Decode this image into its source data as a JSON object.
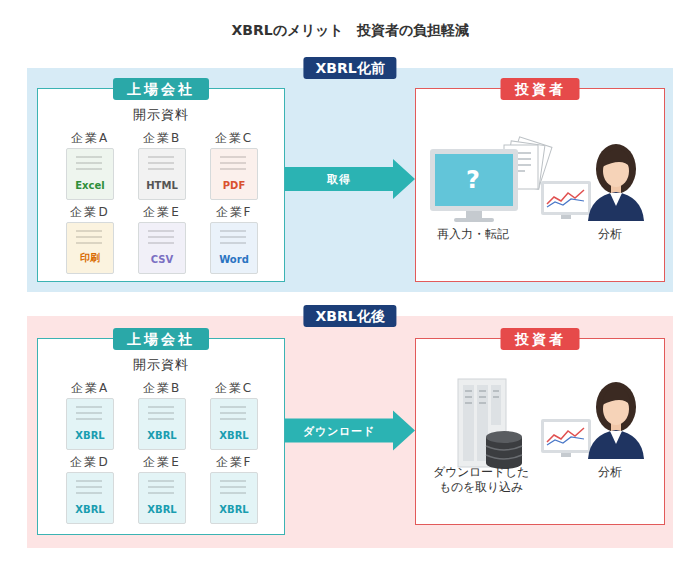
{
  "diagram": {
    "title": "XBRLのメリット　投資者の負担軽減",
    "nodes": [
      {
        "text": [
          "XBRL化前"
        ]
      },
      {
        "text": [
          "上場会社",
          "開示資料"
        ],
        "in": 0
      },
      {
        "text": [
          "企業A",
          "Excel"
        ],
        "in": 1
      },
      {
        "text": [
          "企業B",
          "HTML"
        ],
        "in": 1
      },
      {
        "text": [
          "企業C",
          "PDF"
        ],
        "in": 1
      },
      {
        "text": [
          "企業D",
          "印刷"
        ],
        "in": 1
      },
      {
        "text": [
          "企業E",
          "CSV"
        ],
        "in": 1
      },
      {
        "text": [
          "企業F",
          "Word"
        ],
        "in": 1
      },
      {
        "text": [
          "投資者"
        ],
        "in": 0
      },
      {
        "text": [
          "XBRL化後"
        ]
      },
      {
        "text": [
          "上場会社",
          "開示資料"
        ],
        "in": 9
      },
      {
        "text": [
          "企業A",
          "XBRL"
        ],
        "in": 10
      },
      {
        "text": [
          "企業B",
          "XBRL"
        ],
        "in": 10
      },
      {
        "text": [
          "企業C",
          "XBRL"
        ],
        "in": 10
      },
      {
        "text": [
          "企業D",
          "XBRL"
        ],
        "in": 10
      },
      {
        "text": [
          "企業E",
          "XBRL"
        ],
        "in": 10
      },
      {
        "text": [
          "企業F",
          "XBRL"
        ],
        "in": 10
      },
      {
        "text": [
          "投資者"
        ],
        "in": 9
      }
    ],
    "edges": [
      {
        "from": 1,
        "to": 8,
        "arrow": "to",
        "label": "取得"
      },
      {
        "from": 10,
        "to": 17,
        "arrow": "to",
        "label": "ダウンロード"
      }
    ],
    "labels": [
      "?",
      "再入力・転記",
      "分析",
      "ダウンロードしたものを取り込み",
      "分析"
    ]
  }
}
